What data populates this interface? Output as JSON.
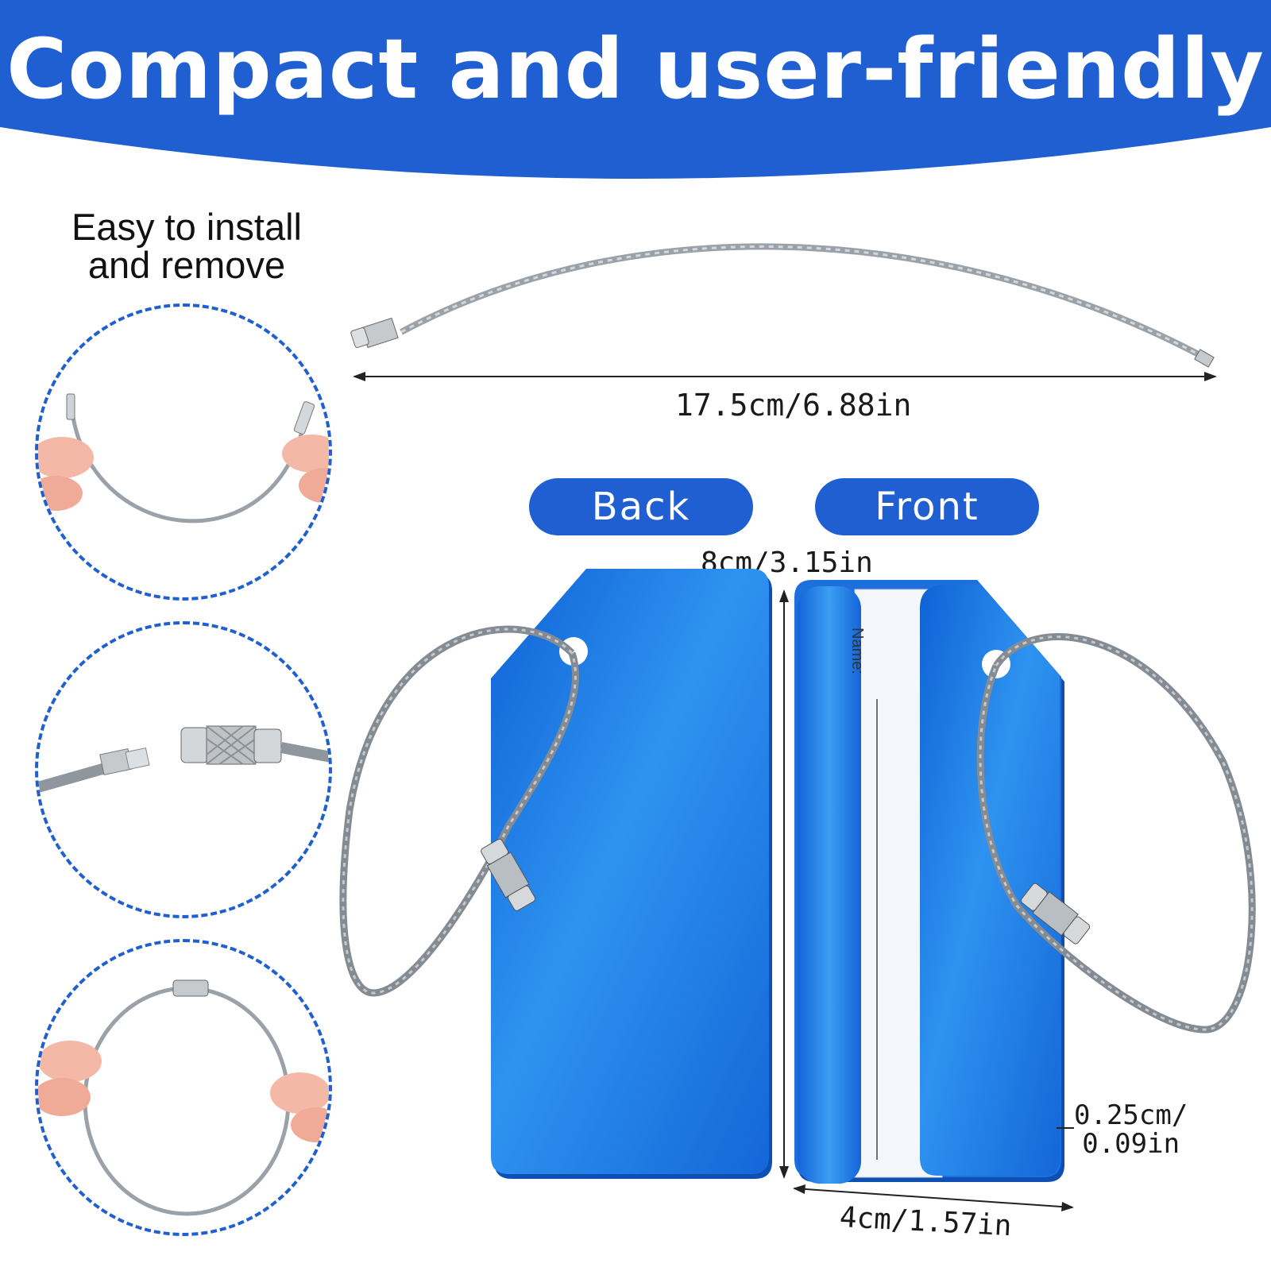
{
  "banner": {
    "title": "Compact and user-friendly",
    "color": "#1f5fd1"
  },
  "install": {
    "heading_line1": "Easy to install",
    "heading_line2": "and remove",
    "steps": [
      {
        "icon": "hands-holding-open-wire-icon"
      },
      {
        "icon": "screw-lock-separated-icon"
      },
      {
        "icon": "hands-holding-closed-ring-icon"
      }
    ]
  },
  "wire": {
    "length_label": "17.5cm/6.88in"
  },
  "tags": {
    "back_label": "Back",
    "front_label": "Front",
    "height_label": "8cm/3.15in",
    "width_label": "4cm/1.57in",
    "thickness_line1": "0.25cm/",
    "thickness_line2": "0.09in",
    "name_field": "Name:",
    "tag_color": "#1e7be3",
    "cable_color": "#8a9097"
  }
}
